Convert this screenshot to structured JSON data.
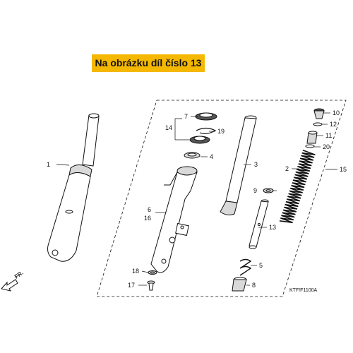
{
  "banner": {
    "text": "Na obrázku díl číslo 13",
    "color": "#f5b800"
  },
  "callouts": [
    "1",
    "2",
    "3",
    "4",
    "5",
    "6",
    "7",
    "8",
    "9",
    "10",
    "11",
    "12",
    "13",
    "14",
    "15",
    "16",
    "17",
    "18",
    "19",
    "20"
  ],
  "direction_label": "FR.",
  "diagram_code": "KTF!F1100A"
}
